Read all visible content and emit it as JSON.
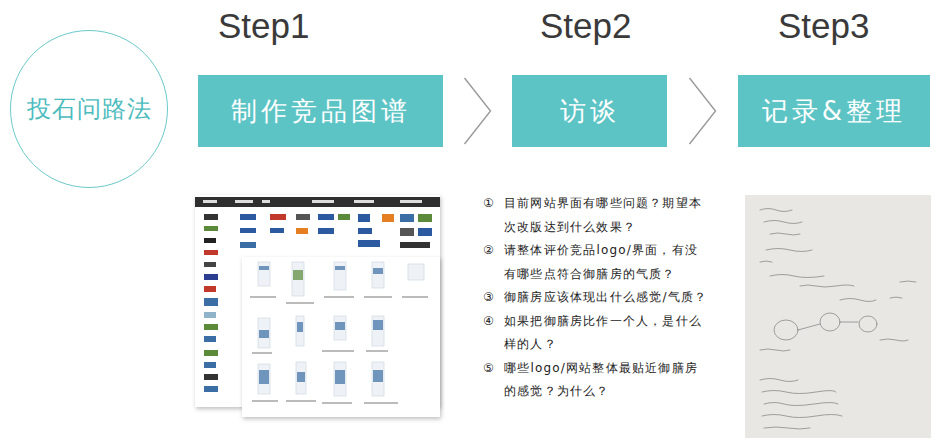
{
  "diagram": {
    "nodes": [
      {
        "text": [
          "投石问路法"
        ]
      },
      {
        "text": [
          "制作竞品图谱"
        ]
      },
      {
        "text": [
          "访谈"
        ]
      },
      {
        "text": [
          "记录&整理"
        ]
      }
    ],
    "edges": [
      {
        "from": 1,
        "to": 2,
        "arrow": "to"
      },
      {
        "from": 2,
        "to": 3,
        "arrow": "to"
      }
    ],
    "labels": [
      "Step1",
      "Step2",
      "Step3",
      "①",
      "目前网站界面有哪些问题？期望本次改版达到什么效果？",
      "②",
      "请整体评价竞品logo/界面，有没有哪些点符合御膳房的气质？",
      "③",
      "御膳房应该体现出什么感觉/气质？",
      "④",
      "如果把御膳房比作一个人，是什么样的人？",
      "⑤",
      "哪些logo/网站整体最贴近御膳房的感觉？为什么？"
    ]
  }
}
